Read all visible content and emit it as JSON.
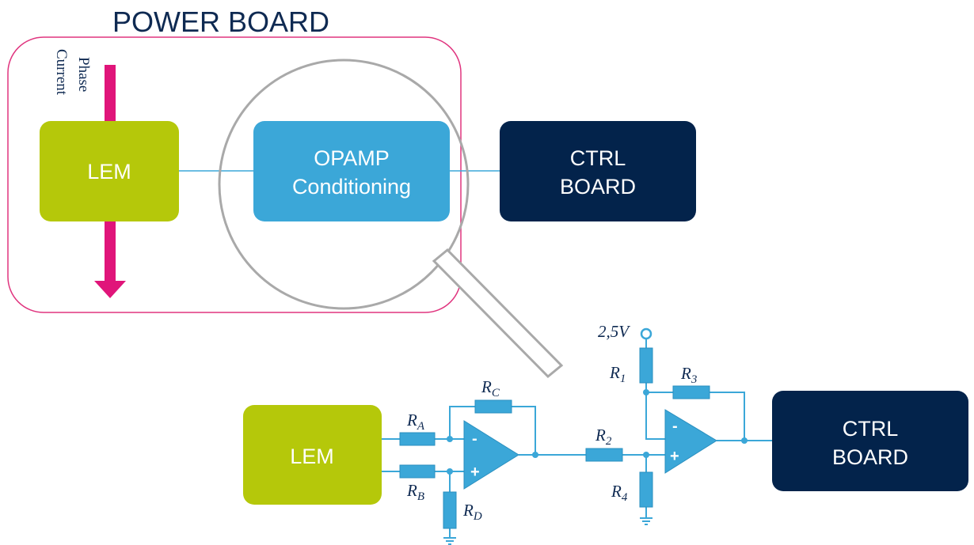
{
  "power_board": {
    "title": "POWER BOARD",
    "phase_label_1": "Phase",
    "phase_label_2": "Current"
  },
  "blocks": {
    "lem_top": "LEM",
    "opamp_line1": "OPAMP",
    "opamp_line2": "Conditioning",
    "ctrl_top_line1": "CTRL",
    "ctrl_top_line2": "BOARD",
    "lem_bottom": "LEM",
    "ctrl_bottom_line1": "CTRL",
    "ctrl_bottom_line2": "BOARD"
  },
  "circuit": {
    "supply": "2,5V",
    "resistors": [
      {
        "name": "R",
        "sub": "A"
      },
      {
        "name": "R",
        "sub": "B"
      },
      {
        "name": "R",
        "sub": "C"
      },
      {
        "name": "R",
        "sub": "D"
      },
      {
        "name": "R",
        "sub": "1"
      },
      {
        "name": "R",
        "sub": "2"
      },
      {
        "name": "R",
        "sub": "3"
      },
      {
        "name": "R",
        "sub": "4"
      }
    ],
    "minus": "-",
    "plus": "+"
  },
  "colors": {
    "lem": "#b5c80a",
    "opamp": "#3ba7d8",
    "ctrl": "#03234b",
    "arrow": "#e0157a",
    "board_outline": "#e0357f",
    "magnifier": "#a9a9a9"
  }
}
